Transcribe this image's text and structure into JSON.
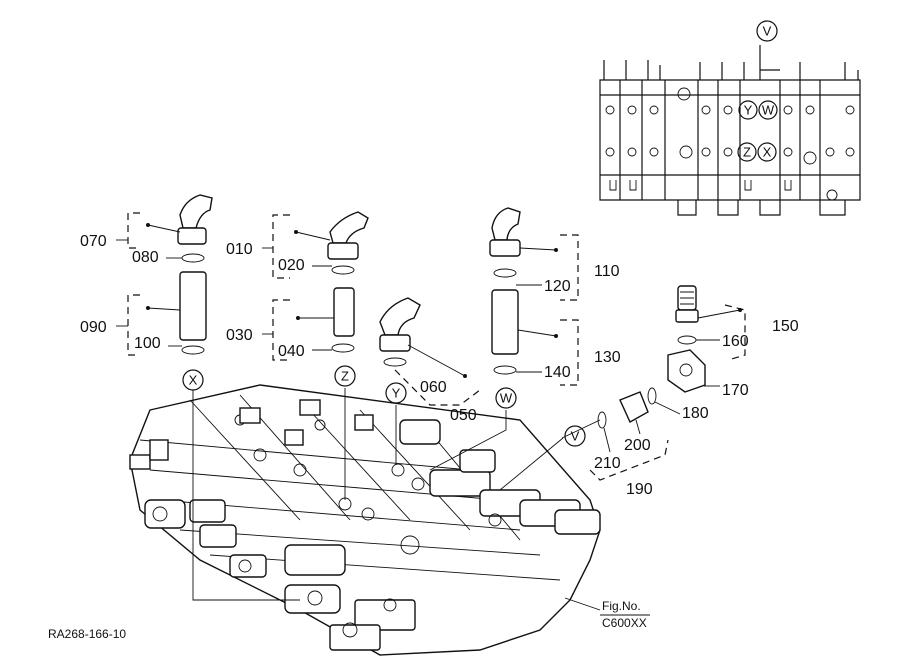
{
  "diagram": {
    "drawing_code": "RA268-166-10",
    "fig_label": "Fig.No.",
    "fig_code": "C600XX",
    "ports": [
      "V",
      "Y",
      "W",
      "Z",
      "X"
    ],
    "parts": {
      "p010": "010",
      "p020": "020",
      "p030": "030",
      "p040": "040",
      "p050": "050",
      "p060": "060",
      "p070": "070",
      "p080": "080",
      "p090": "090",
      "p100": "100",
      "p110": "110",
      "p120": "120",
      "p130": "130",
      "p140": "140",
      "p150": "150",
      "p160": "160",
      "p170": "170",
      "p180": "180",
      "p190": "190",
      "p200": "200",
      "p210": "210"
    }
  }
}
